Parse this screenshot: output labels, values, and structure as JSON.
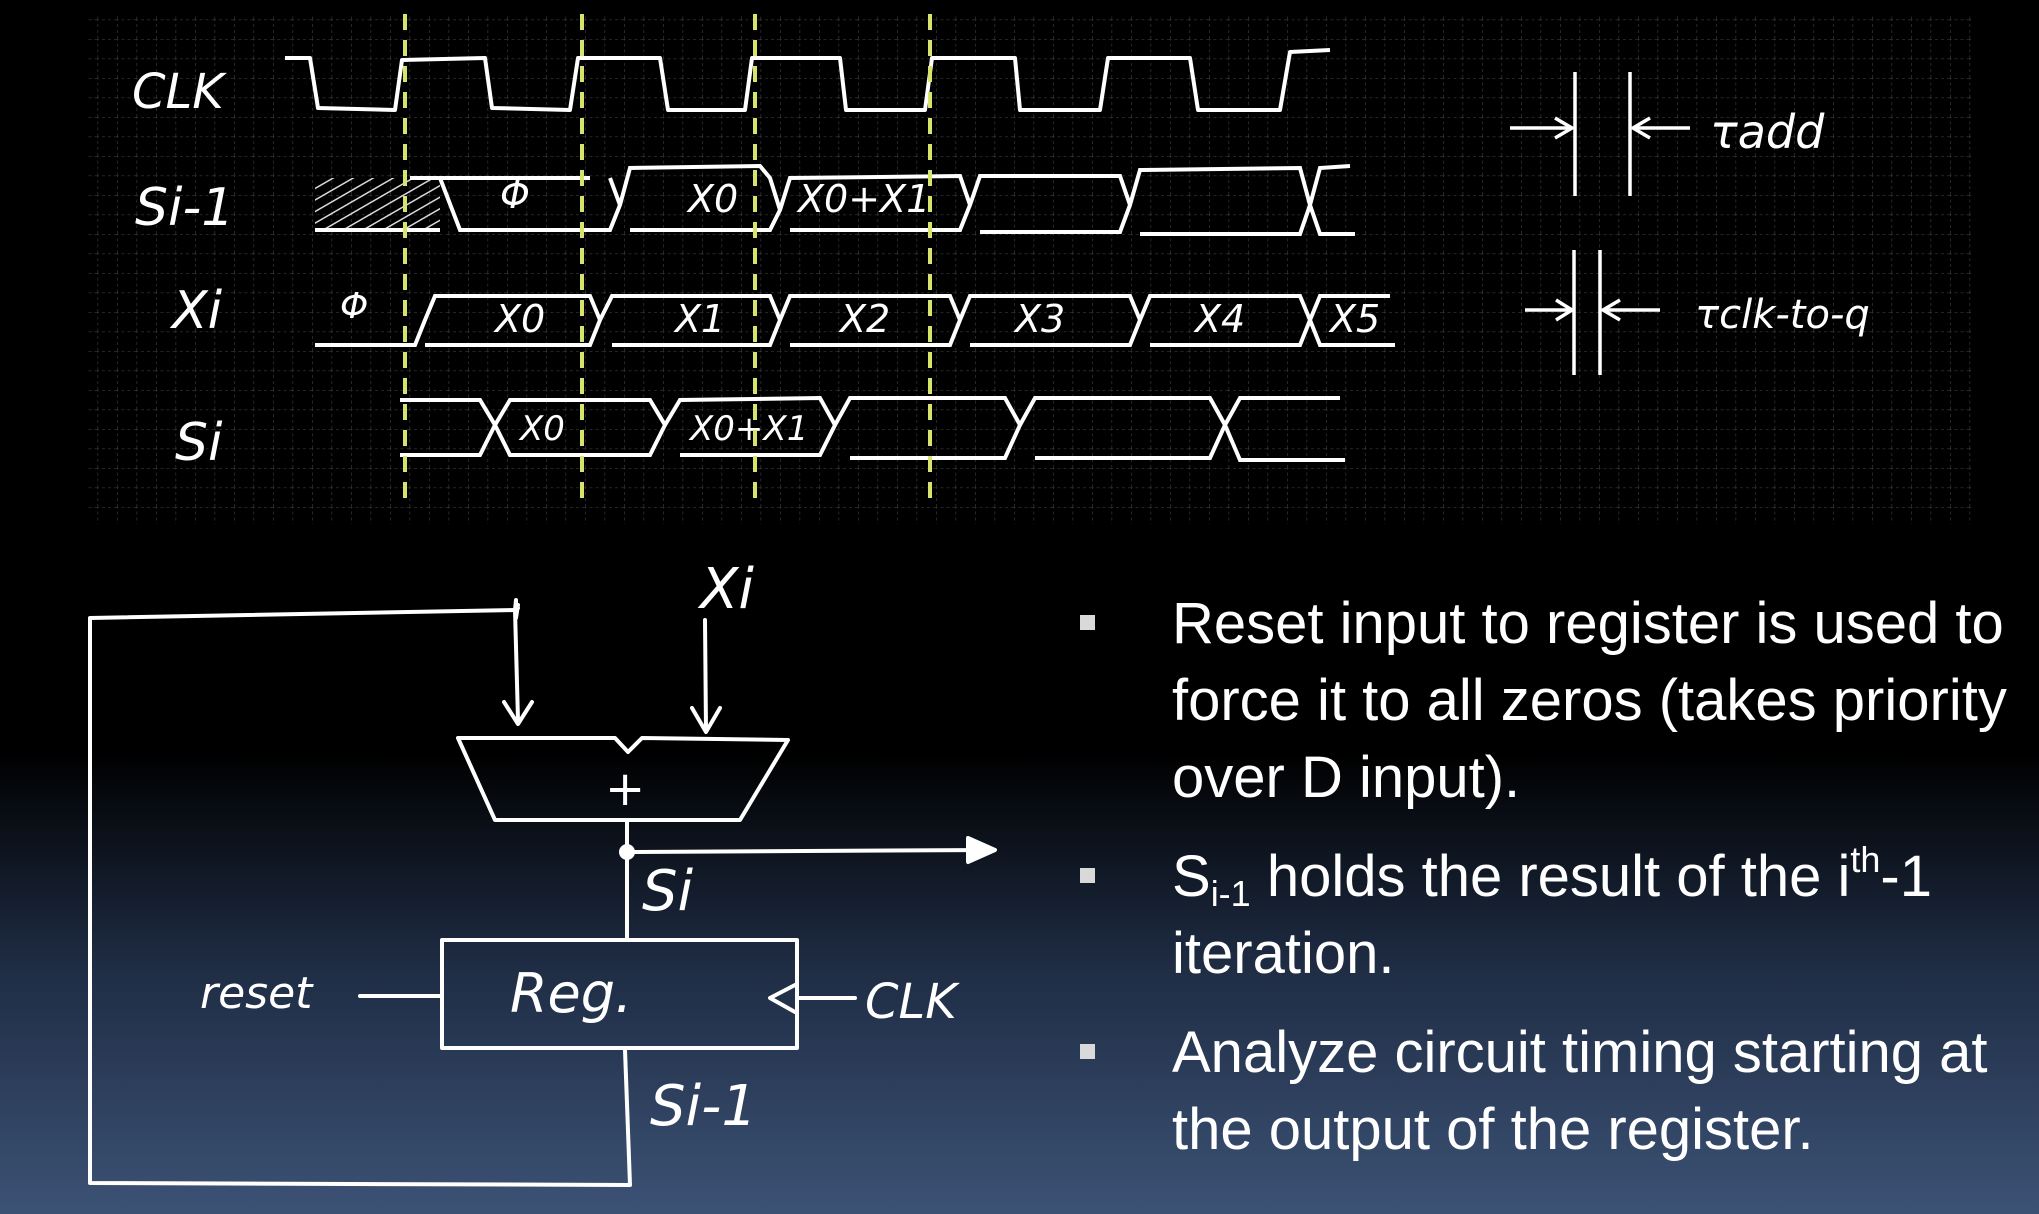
{
  "timing": {
    "signals": [
      "CLK",
      "Si-1",
      "Xi",
      "Si"
    ],
    "si_prev_values": [
      "Φ",
      "X0",
      "X0+X1"
    ],
    "xi_values": [
      "Φ",
      "X0",
      "X1",
      "X2",
      "X3",
      "X4",
      "X5"
    ],
    "si_values": [
      "X0",
      "X0+X1"
    ],
    "legend": [
      {
        "label": "τadd"
      },
      {
        "label": "τclk-to-q"
      }
    ]
  },
  "circuit": {
    "input_label": "Xi",
    "adder_label": "+",
    "output_label": "Si",
    "register_label": "Reg.",
    "reset_label": "reset",
    "clock_label": "CLK",
    "feedback_label": "Si-1"
  },
  "bullets": [
    {
      "text": "Reset input to register is used to force it to all zeros (takes priority over D input)."
    },
    {
      "pre": "S",
      "sub": "i-1",
      "post": " holds the result of the i",
      "sup": "th",
      "tail": "-1 iteration."
    },
    {
      "text": "Analyze circuit timing starting at the output of the register."
    }
  ],
  "colors": {
    "grid": "#3a3a3a",
    "dashed_marker": "#d7e36b",
    "ink": "#ffffff"
  }
}
